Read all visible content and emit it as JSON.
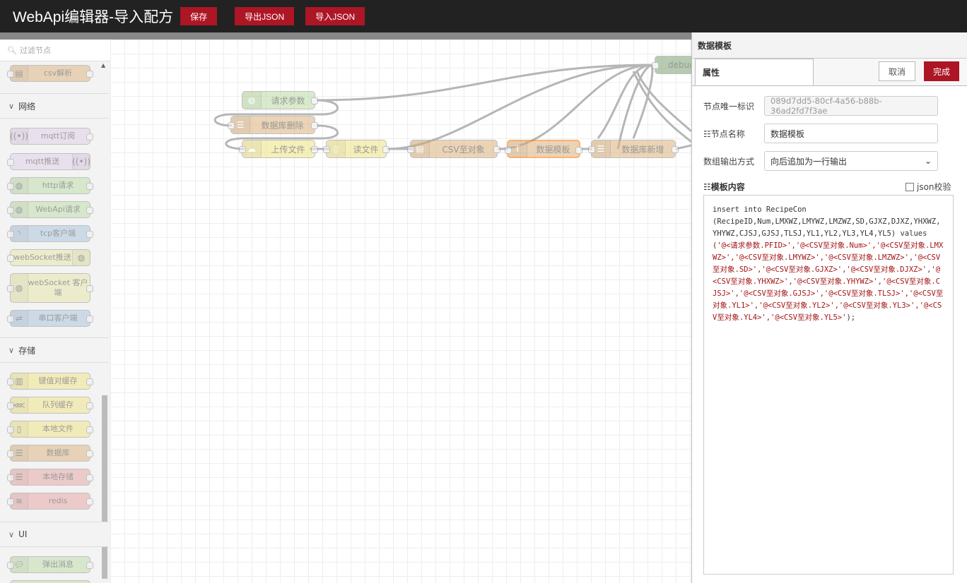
{
  "header": {
    "title": "WebApi编辑器-导入配方",
    "buttons": {
      "save": "保存",
      "export": "导出JSON",
      "import": "导入JSON"
    }
  },
  "palette": {
    "filter_placeholder": "过滤节点",
    "top_node": "csv解析",
    "categories": [
      {
        "name": "网络",
        "nodes": [
          "mqtt订阅",
          "mqtt推送",
          "http请求",
          "WebApi请求",
          "tcp客户端",
          "webSocket推送",
          "webSocket 客户端",
          "串口客户端"
        ]
      },
      {
        "name": "存储",
        "nodes": [
          "键值对缓存",
          "队列缓存",
          "本地文件",
          "数据库",
          "本地存储",
          "redis"
        ]
      },
      {
        "name": "UI",
        "nodes": [
          "弹出消息"
        ]
      }
    ]
  },
  "flow": {
    "nodes": [
      "请求参数",
      "数据库删除",
      "上传文件",
      "读文件",
      "CSV至对象",
      "数据模板",
      "数据库新增",
      "debug"
    ]
  },
  "panel": {
    "title": "数据模板",
    "tab": "属性",
    "cancel": "取消",
    "done": "完成",
    "fields": {
      "id_label": "节点唯一标识",
      "id_value": "089d7dd5-80cf-4a56-b88b-36ad2fd7f3ae",
      "name_label": "节点名称",
      "name_value": "数据模板",
      "output_label": "数组输出方式",
      "output_value": "向后追加为一行输出",
      "template_label": "模板内容",
      "json_check": "json校验"
    },
    "template_plain": "insert into RecipeCon\n(RecipeID,Num,LMXWZ,LMYWZ,LMZWZ,SD,GJXZ,DJXZ,YHXWZ,YHYWZ,CJSJ,GJSJ,TLSJ,YL1,YL2,YL3,YL4,YL5) values (",
    "template_strings": "'@<请求参数.PFID>','@<CSV至对象.Num>','@<CSV至对象.LMXWZ>','@<CSV至对象.LMYWZ>','@<CSV至对象.LMZWZ>','@<CSV至对象.SD>','@<CSV至对象.GJXZ>','@<CSV至对象.DJXZ>','@<CSV至对象.YHXWZ>','@<CSV至对象.YHYWZ>','@<CSV至对象.CJSJ>','@<CSV至对象.GJSJ>','@<CSV至对象.TLSJ>','@<CSV至对象.YL1>','@<CSV至对象.YL2>','@<CSV至对象.YL3>','@<CSV至对象.YL4>','@<CSV至对象.YL5>'",
    "template_end": ");"
  },
  "colors": {
    "accent": "#ad1625",
    "header_bg": "#222222",
    "node_yellow": "#f0e68c",
    "node_tan": "#deb887",
    "node_green": "#c0deab",
    "node_purple": "#e2d2e9",
    "node_blue": "#aec6de",
    "node_red": "#e8a9a9",
    "node_khaki": "#e7e7ae",
    "selected_border": "#ff7f0e"
  }
}
